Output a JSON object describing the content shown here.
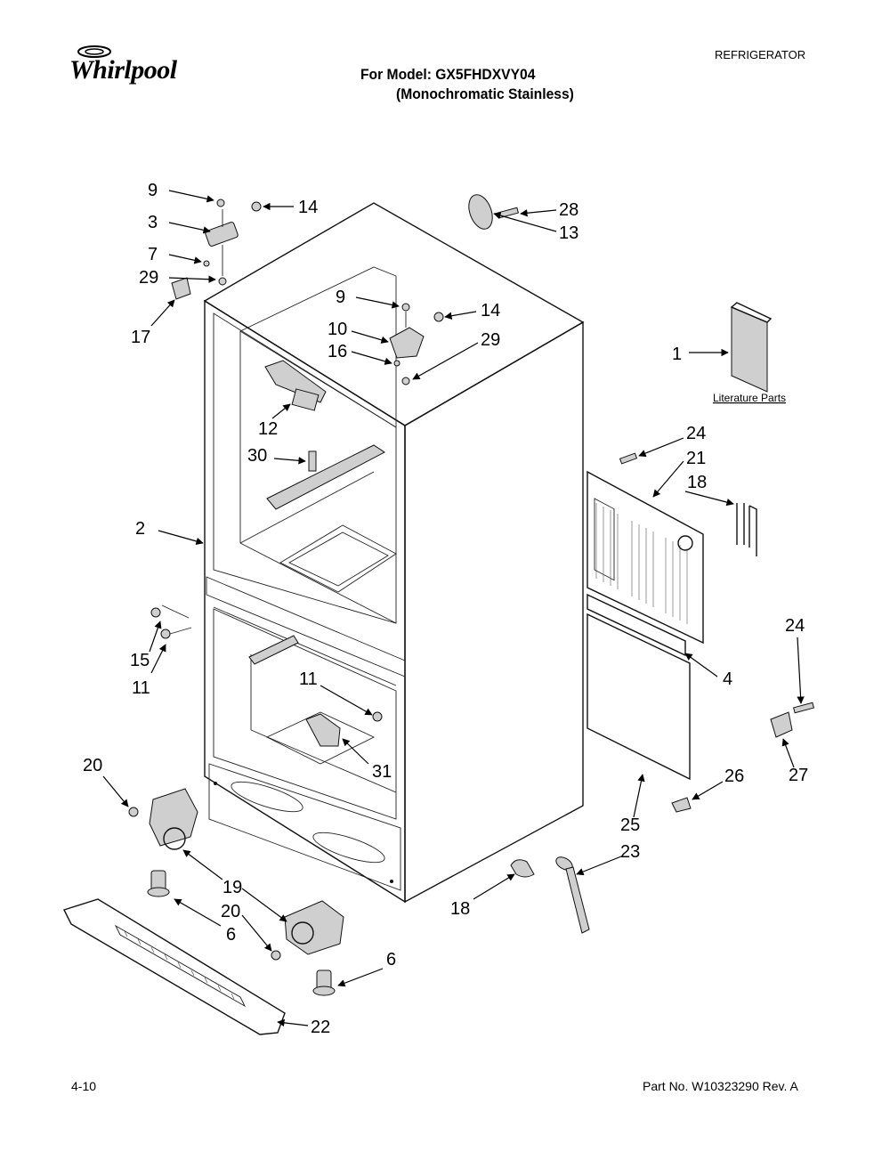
{
  "header": {
    "brand": "Whirlpool",
    "model_line": "For Model: GX5FHDXVY04",
    "model_sub": "(Monochromatic Stainless)",
    "category": "REFRIGERATOR"
  },
  "footer": {
    "date": "4-10",
    "part_number": "Part No. W10323290 Rev. A"
  },
  "literature_label": "Literature Parts",
  "callouts": [
    "9",
    "14",
    "3",
    "28",
    "13",
    "7",
    "29",
    "17",
    "9",
    "14",
    "10",
    "29",
    "16",
    "1",
    "12",
    "24",
    "30",
    "21",
    "18",
    "2",
    "15",
    "11",
    "4",
    "24",
    "11",
    "20",
    "31",
    "27",
    "26",
    "25",
    "23",
    "19",
    "18",
    "20",
    "6",
    "6",
    "22"
  ]
}
